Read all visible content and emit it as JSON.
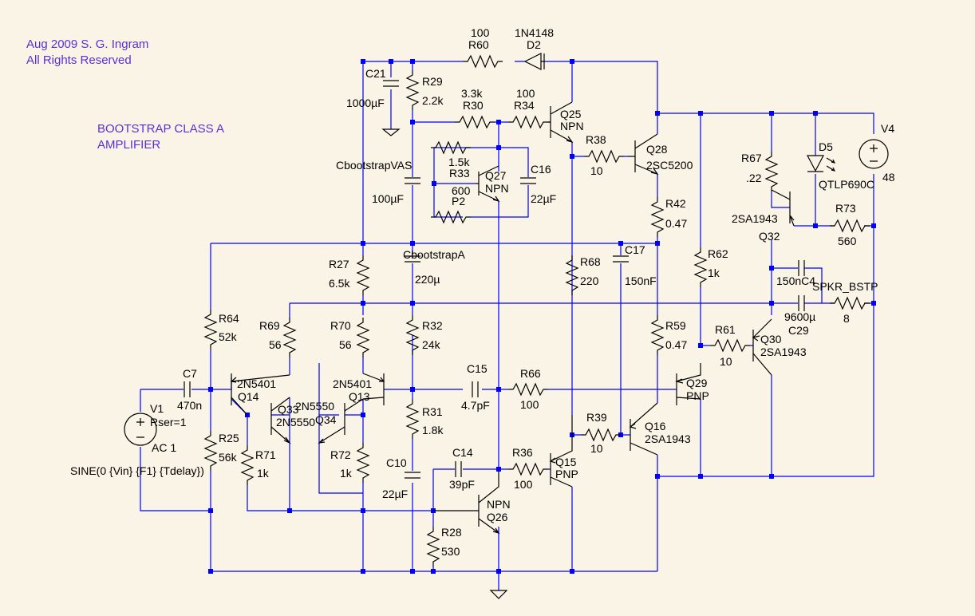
{
  "copyright": {
    "line1": "Aug 2009 S. G. Ingram",
    "line2": "All Rights Reserved"
  },
  "title": {
    "line1": "BOOTSTRAP CLASS A",
    "line2": "AMPLIFIER"
  },
  "colors": {
    "background": "#f9f4e6",
    "wire": "#0000ff",
    "component": "#000000",
    "note_text": "#5a2fd6"
  },
  "labels": {
    "r60_value": "100",
    "r60_name": "R60",
    "d2_value": "1N4148",
    "d2_name": "D2",
    "c21_name": "C21",
    "c21_value": "1000µF",
    "r29_name": "R29",
    "r29_value": "2.2k",
    "r30_value": "3.3k",
    "r30_name": "R30",
    "r34_value": "100",
    "r34_name": "R34",
    "q25_name": "Q25",
    "q25_type": "NPN",
    "r38_name": "R38",
    "r38_value": "10",
    "q28_name": "Q28",
    "q28_type": "2SC5200",
    "r42_name": "R42",
    "r42_value": "0.47",
    "cbvas_name": "CbootstrapVAS",
    "cbvas_value": "100µF",
    "r33_value": "1.5k",
    "r33_name": "R33",
    "p2_value": "600",
    "p2_name": "P2",
    "q27_name": "Q27",
    "q27_type": "NPN",
    "c16_name": "C16",
    "c16_value": "22µF",
    "cba_name": "CbootstrapA",
    "cba_value": "220µ",
    "r27_name": "R27",
    "r27_value": "6.5k",
    "r64_name": "R64",
    "r64_value": "52k",
    "r69_name": "R69",
    "r69_value": "56",
    "r70_name": "R70",
    "r70_value": "56",
    "r32_name": "R32",
    "r32_value": "24k",
    "r68_name": "R68",
    "r68_value": "220",
    "c17_name": "C17",
    "c17_value": "150nF",
    "r62_name": "R62",
    "r62_value": "1k",
    "r67_name": "R67",
    "r67_value": ".22",
    "d5_name": "D5",
    "d5_value": "QTLP690C",
    "v4_name": "V4",
    "v4_value": "48",
    "q32_type": "2SA1943",
    "q32_name": "Q32",
    "r73_name": "R73",
    "r73_value": "560",
    "c4_label": "150nC4",
    "spkr_name": "SPKR_BSTP",
    "spkr_value": "8",
    "c29_value": "9600µ",
    "c29_name": "C29",
    "r59_name": "R59",
    "r59_value": "0.47",
    "r61_name": "R61",
    "r61_value": "10",
    "q30_name": "Q30",
    "q30_type": "2SA1943",
    "c7_name": "C7",
    "c7_value": "470n",
    "q14_type": "2N5401",
    "q14_name": "Q14",
    "q33_name": "Q33",
    "q33_type": "2N5550",
    "q13_type": "2N5401",
    "q13_name": "Q13",
    "q34_type": "2N5550",
    "q34_name": "Q34",
    "c15_name": "C15",
    "c15_value": "4.7pF",
    "r66_name": "R66",
    "r66_value": "100",
    "q29_name": "Q29",
    "q29_type": "PNP",
    "v1_name": "V1",
    "v1_rser": "Rser=1",
    "v1_ac": "AC 1",
    "v1_sine": "SINE(0 {Vin} {F1} {Tdelay})",
    "r25_name": "R25",
    "r25_value": "56k",
    "r71_name": "R71",
    "r71_value": "1k",
    "r72_name": "R72",
    "r72_value": "1k",
    "r31_name": "R31",
    "r31_value": "1.8k",
    "r39_name": "R39",
    "r39_value": "10",
    "q16_name": "Q16",
    "q16_type": "2SA1943",
    "c14_name": "C14",
    "c14_value": "39pF",
    "r36_name": "R36",
    "r36_value": "100",
    "q15_name": "Q15",
    "q15_type": "PNP",
    "c10_name": "C10",
    "c10_value": "22µF",
    "q26_type": "NPN",
    "q26_name": "Q26",
    "r28_name": "R28",
    "r28_value": "530"
  }
}
